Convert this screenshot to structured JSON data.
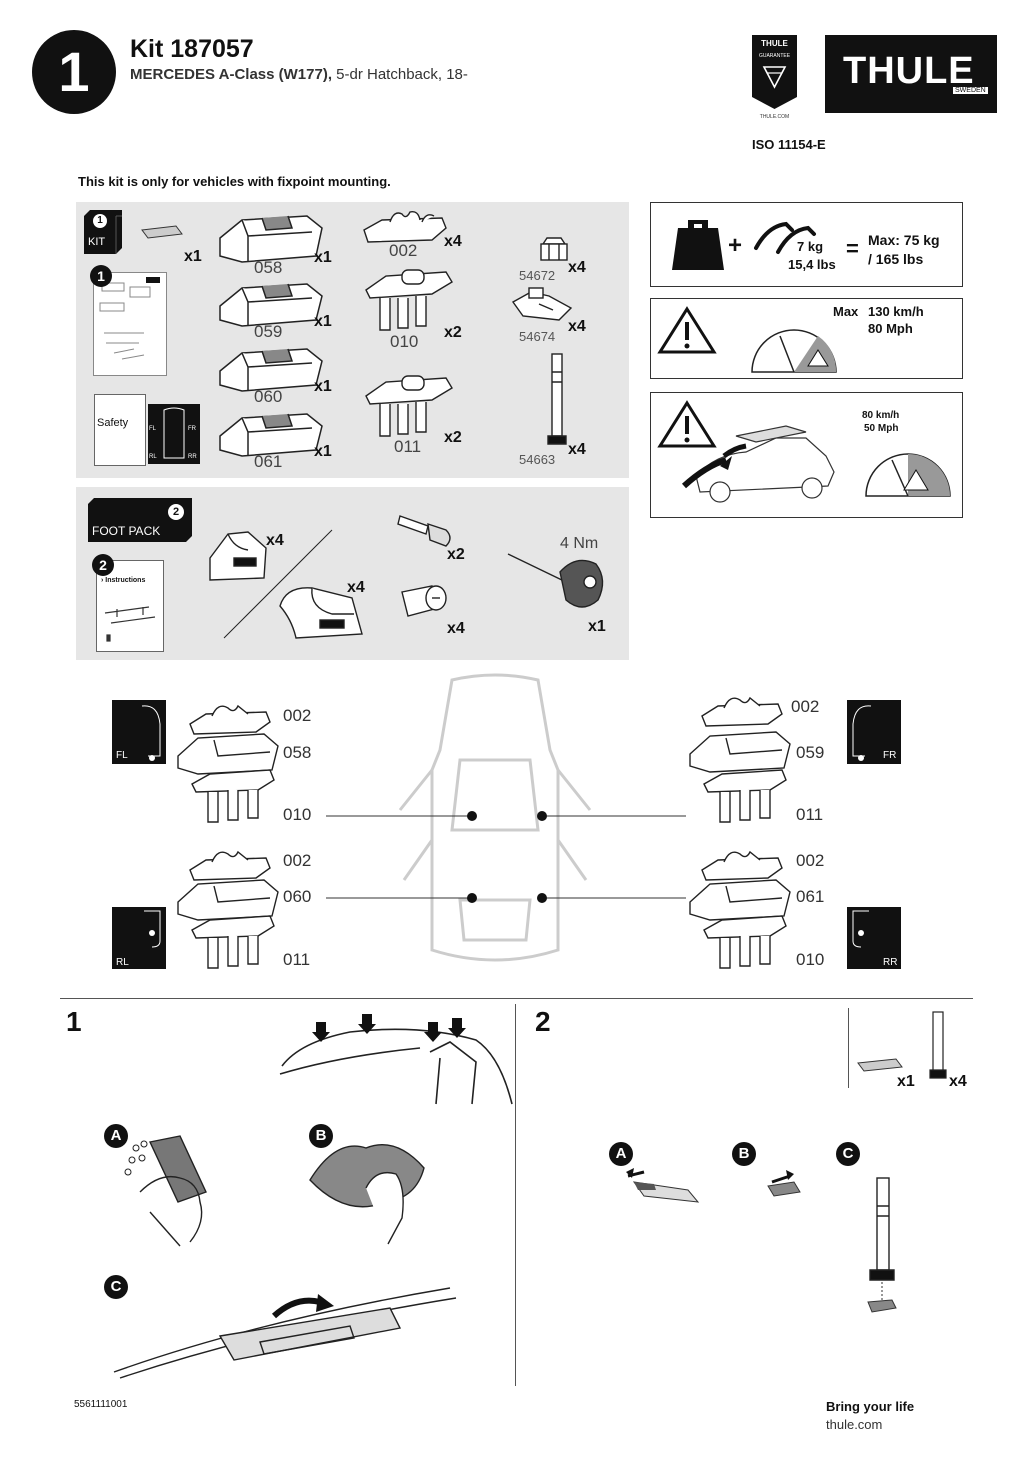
{
  "header": {
    "step_number": "1",
    "kit_title": "Kit 187057",
    "vehicle_bold": "MERCEDES A-Class (W177),",
    "vehicle_rest": " 5-dr Hatchback, 18-",
    "guarantee_badge_top": "THULE",
    "guarantee_badge_label": "GUARANTEE",
    "guarantee_badge_url": "THULE.COM",
    "logo_text": "THULE",
    "logo_sub": "SWEDEN",
    "iso": "ISO 11154-E"
  },
  "notice": "This kit is only for vehicles with fixpoint mounting.",
  "kit_panel": {
    "badge_num": "1",
    "badge_label": "KIT",
    "instr_num": "1",
    "safety_label": "Safety",
    "parts": [
      {
        "code": "058",
        "qty": "x1"
      },
      {
        "code": "059",
        "qty": "x1"
      },
      {
        "code": "060",
        "qty": "x1"
      },
      {
        "code": "061",
        "qty": "x1"
      },
      {
        "code": "002",
        "qty": "x4"
      },
      {
        "code": "010",
        "qty": "x2"
      },
      {
        "code": "011",
        "qty": "x2"
      },
      {
        "code": "54672",
        "qty": "x4"
      },
      {
        "code": "54674",
        "qty": "x4"
      },
      {
        "code": "54663",
        "qty": "x4"
      }
    ],
    "pad_qty": "x1",
    "diagram_corners": [
      "FL",
      "FR",
      "RL",
      "RR"
    ]
  },
  "foot_panel": {
    "badge_num": "2",
    "badge_label": "FOOT PACK",
    "instr_num": "2",
    "instructions_label": "› Instructions",
    "foot_a_qty": "x4",
    "foot_b_qty": "x4",
    "key_qty": "x2",
    "lock_qty": "x4",
    "torque_label": "4 Nm",
    "torque_qty": "x1"
  },
  "load_box": {
    "weight": "7 kg",
    "weight_lbs": "15,4 lbs",
    "max_label": "Max: 75 kg",
    "max_lbs": "/ 165 lbs"
  },
  "speed_box": {
    "max": "Max",
    "kmh": "130 km/h",
    "mph": "80 Mph"
  },
  "car_box": {
    "kmh": "80 km/h",
    "mph": "50 Mph"
  },
  "positions": {
    "fl": {
      "corner": "FL",
      "top": "002",
      "foot": "058",
      "bottom": "010"
    },
    "fr": {
      "corner": "FR",
      "top": "002",
      "foot": "059",
      "bottom": "011"
    },
    "rl": {
      "corner": "RL",
      "top": "002",
      "foot": "060",
      "bottom": "011"
    },
    "rr": {
      "corner": "RR",
      "top": "002",
      "foot": "061",
      "bottom": "010"
    }
  },
  "step1": {
    "num": "1",
    "a": "A",
    "b": "B",
    "c": "C"
  },
  "step2": {
    "num": "2",
    "pad_qty": "x1",
    "bolt_qty": "x4",
    "a": "A",
    "b": "B",
    "c": "C"
  },
  "footer": {
    "doc_number": "5561111001",
    "tagline": "Bring your life",
    "url": "thule.com"
  },
  "colors": {
    "panel_gray": "#e6e6e6",
    "black": "#111111",
    "warning_gray": "#999999"
  }
}
